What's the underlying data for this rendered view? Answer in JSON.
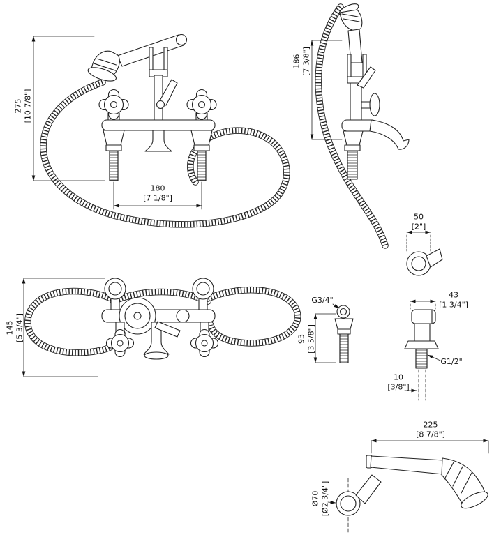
{
  "page": {
    "background": "#ffffff",
    "ink": "#1a1a1a",
    "description": "Dimensioned technical line drawing of a traditional bath shower mixer with handset, cradle and flexible hose, shown in front, side and plan views plus wall-bracket, wall-outlet and handset details"
  },
  "views": {
    "front": {
      "height": {
        "mm": "275",
        "in": "[10 7/8\"]"
      },
      "width": {
        "mm": "180",
        "in": "[7 1/8\"]"
      }
    },
    "side": {
      "height": {
        "mm": "186",
        "in": "[7 3/8\"]"
      }
    },
    "wall_bracket": {
      "width": {
        "mm": "50",
        "in": "[2\"]"
      }
    },
    "wall_outlet": {
      "depth": {
        "mm": "43",
        "in": "[1 3/4\"]"
      },
      "height": {
        "mm": "93",
        "in": "[3 5/8\"]"
      },
      "offset": {
        "mm": "10",
        "in": "[3/8\"]"
      },
      "inlet_thread": "G3/4\"",
      "outlet_thread": "G1/2\""
    },
    "plan": {
      "depth": {
        "mm": "145",
        "in": "[5 3/4\"]"
      }
    },
    "handset": {
      "length": {
        "mm": "225",
        "in": "[8 7/8\"]"
      },
      "diameter": {
        "mm": "Ø70",
        "in": "[Ø2 3/4\"]"
      }
    }
  }
}
